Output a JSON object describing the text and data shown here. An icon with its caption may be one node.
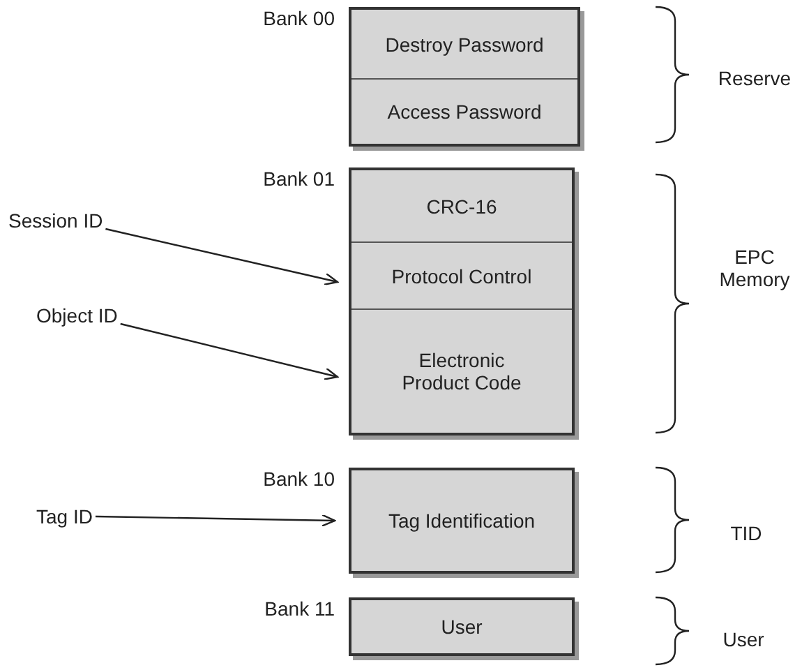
{
  "diagram": {
    "nodes": [
      {
        "text": [
          "Bank 00"
        ]
      },
      {
        "text": [
          "Destroy Password"
        ],
        "in": 0
      },
      {
        "text": [
          "Access Password"
        ],
        "in": 0
      },
      {
        "text": [
          "Bank 01"
        ]
      },
      {
        "text": [
          "CRC-16"
        ],
        "in": 3
      },
      {
        "text": [
          "Protocol Control"
        ],
        "in": 3
      },
      {
        "text": [
          "Electronic Product Code"
        ],
        "in": 3
      },
      {
        "text": [
          "Bank 10",
          "Tag Identification"
        ]
      },
      {
        "text": [
          "Bank 11",
          "User"
        ]
      },
      {
        "text": [
          "Session ID"
        ]
      },
      {
        "text": [
          "Object ID"
        ]
      },
      {
        "text": [
          "Tag ID"
        ]
      }
    ],
    "edges": [
      {
        "from": 9,
        "to": 5,
        "arrow": "to"
      },
      {
        "from": 10,
        "to": 6,
        "arrow": "to"
      },
      {
        "from": 11,
        "to": 7,
        "arrow": "to"
      }
    ],
    "labels": [
      "Reserve",
      "EPC Memory",
      "TID",
      "User"
    ]
  }
}
